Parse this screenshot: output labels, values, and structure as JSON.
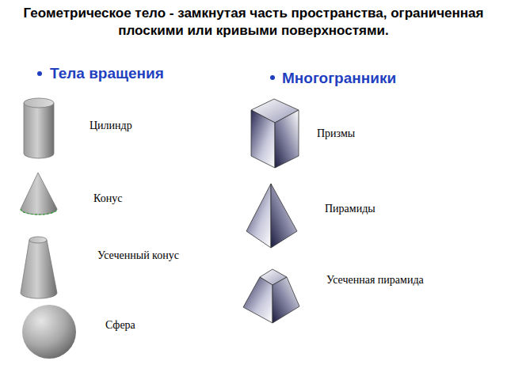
{
  "diagram": {
    "title": "Геометрическое тело - замкнутая часть пространства, ограниченная плоскими или кривыми поверхностями.",
    "labels": [
      "Тела вращения",
      "Многогранники",
      "Цилиндр",
      "Конус",
      "Усеченный конус",
      "Сфера",
      "Призмы",
      "Пирамиды",
      "Усеченная пирамида"
    ]
  }
}
